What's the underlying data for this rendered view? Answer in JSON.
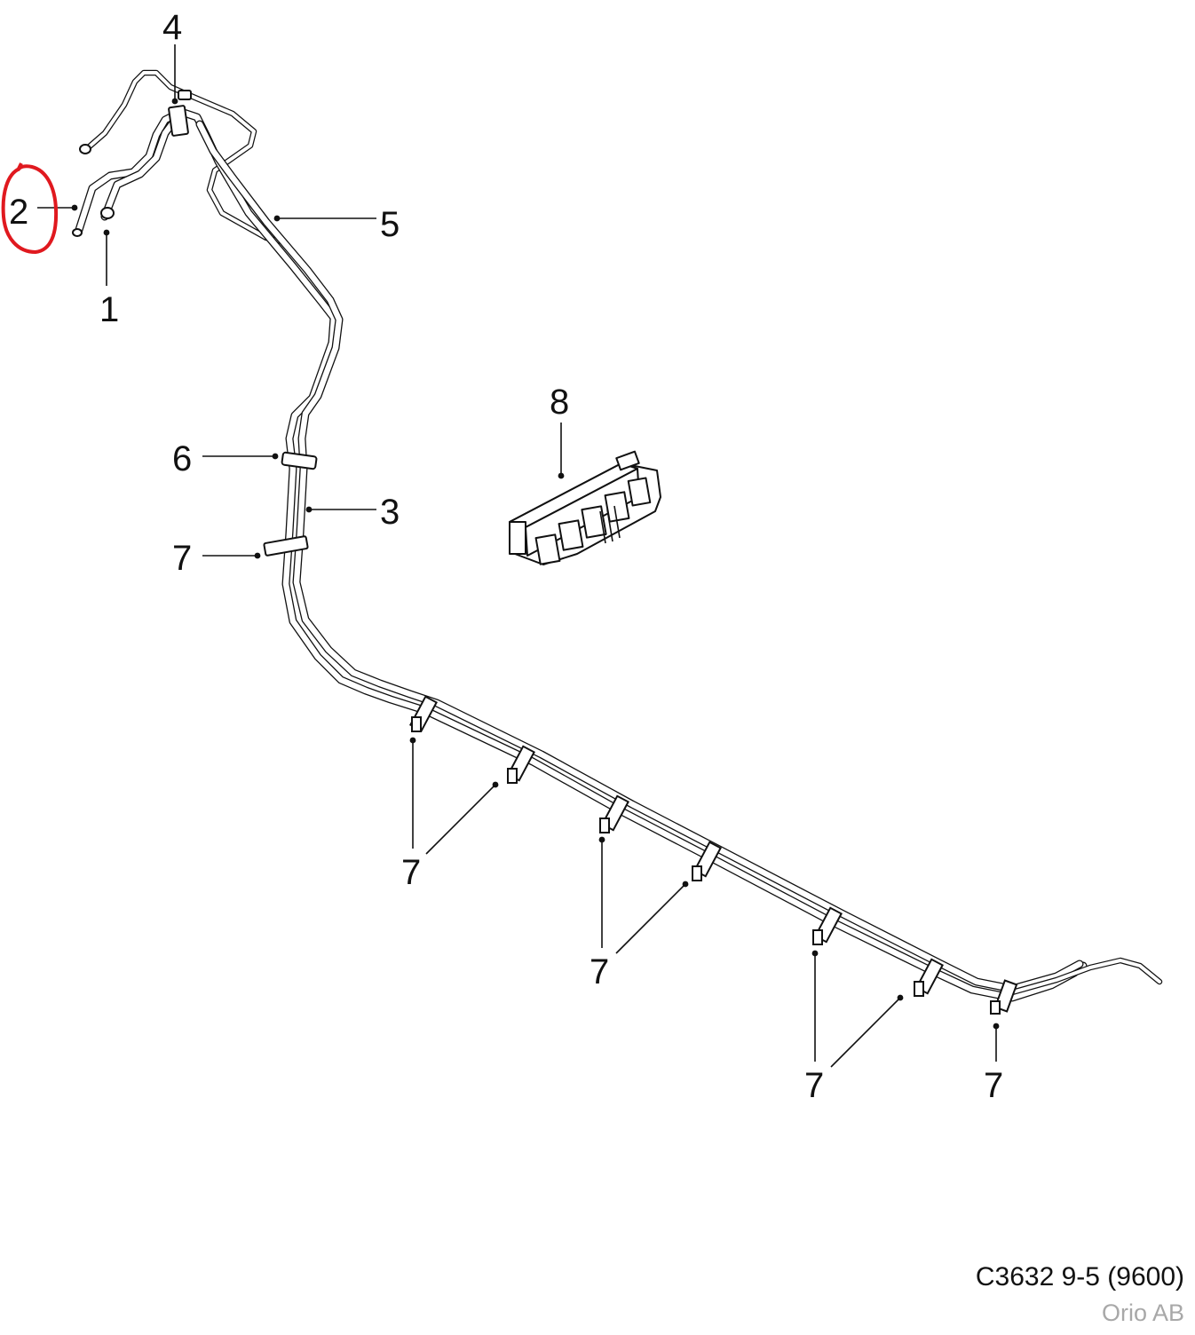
{
  "diagram": {
    "callouts": {
      "c1": "1",
      "c2": "2",
      "c3": "3",
      "c4": "4",
      "c5": "5",
      "c6": "6",
      "c7": "7",
      "c8": "8"
    },
    "highlighted_callout": "2",
    "highlight_color": "#e0191f",
    "line_color": "#111111"
  },
  "caption": {
    "code": "C3632 9-5 (9600)",
    "brand": "Orio AB"
  }
}
